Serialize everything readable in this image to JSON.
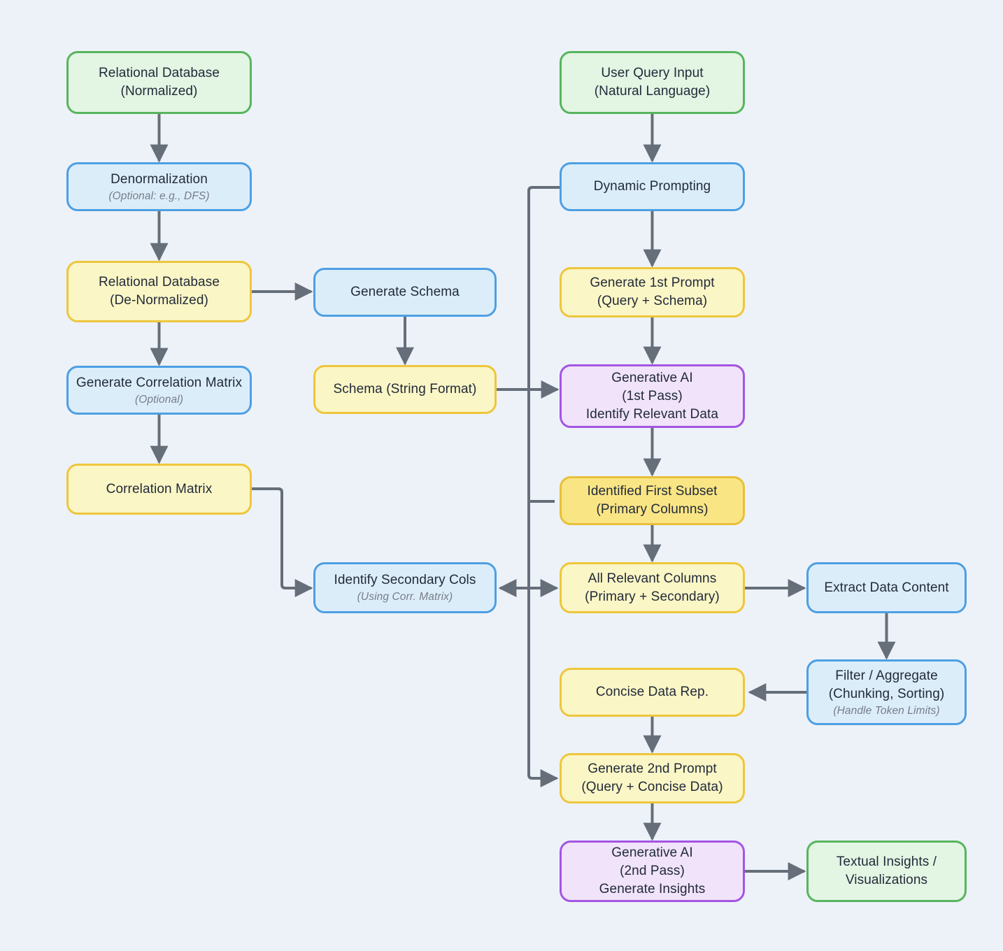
{
  "diagram": {
    "background_color": "#edf2f8",
    "line_color": "#656e79",
    "text_color": "#222b3a",
    "subtitle_color": "#767d87",
    "palette": {
      "green": {
        "fill": "#e3f5e3",
        "border": "#57b55e"
      },
      "blue": {
        "fill": "#dcedfa",
        "border": "#4d9fe3"
      },
      "yellow": {
        "fill": "#fbf6c6",
        "border": "#eec63c"
      },
      "gold": {
        "fill": "#fae585",
        "border": "#e8bf3a"
      },
      "purple": {
        "fill": "#f0e3fa",
        "border": "#a355e2"
      }
    },
    "nodes": {
      "rel_db_normalized": {
        "color": "green",
        "lines": [
          "Relational Database",
          "(Normalized)"
        ]
      },
      "denormalization": {
        "color": "blue",
        "lines": [
          "Denormalization"
        ],
        "subtitle": "(Optional: e.g., DFS)"
      },
      "rel_db_denormalized": {
        "color": "yellow",
        "lines": [
          "Relational Database",
          "(De-Normalized)"
        ]
      },
      "generate_corr_matrix": {
        "color": "blue",
        "lines": [
          "Generate Correlation Matrix"
        ],
        "subtitle": "(Optional)"
      },
      "correlation_matrix": {
        "color": "yellow",
        "lines": [
          "Correlation Matrix"
        ]
      },
      "generate_schema": {
        "color": "blue",
        "lines": [
          "Generate Schema"
        ]
      },
      "schema_string": {
        "color": "yellow",
        "lines": [
          "Schema (String Format)"
        ]
      },
      "identify_secondary": {
        "color": "blue",
        "lines": [
          "Identify Secondary Cols"
        ],
        "subtitle": "(Using Corr. Matrix)"
      },
      "user_query": {
        "color": "green",
        "lines": [
          "User Query Input",
          "(Natural Language)"
        ]
      },
      "dynamic_prompting": {
        "color": "blue",
        "lines": [
          "Dynamic Prompting"
        ]
      },
      "generate_1st_prompt": {
        "color": "yellow",
        "lines": [
          "Generate 1st Prompt",
          "(Query + Schema)"
        ]
      },
      "gen_ai_1st_pass": {
        "color": "purple",
        "lines": [
          "Generative AI",
          "(1st Pass)",
          "Identify Relevant Data"
        ]
      },
      "identified_subset": {
        "color": "gold",
        "lines": [
          "Identified First Subset",
          "(Primary Columns)"
        ]
      },
      "all_relevant_columns": {
        "color": "yellow",
        "lines": [
          "All Relevant Columns",
          "(Primary + Secondary)"
        ]
      },
      "extract_data": {
        "color": "blue",
        "lines": [
          "Extract Data Content"
        ]
      },
      "filter_aggregate": {
        "color": "blue",
        "lines": [
          "Filter / Aggregate",
          "(Chunking, Sorting)"
        ],
        "subtitle": "(Handle Token Limits)"
      },
      "concise_data": {
        "color": "yellow",
        "lines": [
          "Concise Data Rep."
        ]
      },
      "generate_2nd_prompt": {
        "color": "yellow",
        "lines": [
          "Generate 2nd Prompt",
          "(Query + Concise Data)"
        ]
      },
      "gen_ai_2nd_pass": {
        "color": "purple",
        "lines": [
          "Generative AI",
          "(2nd Pass)",
          "Generate Insights"
        ]
      },
      "textual_insights": {
        "color": "green",
        "lines": [
          "Textual Insights /",
          "Visualizations"
        ]
      }
    }
  }
}
